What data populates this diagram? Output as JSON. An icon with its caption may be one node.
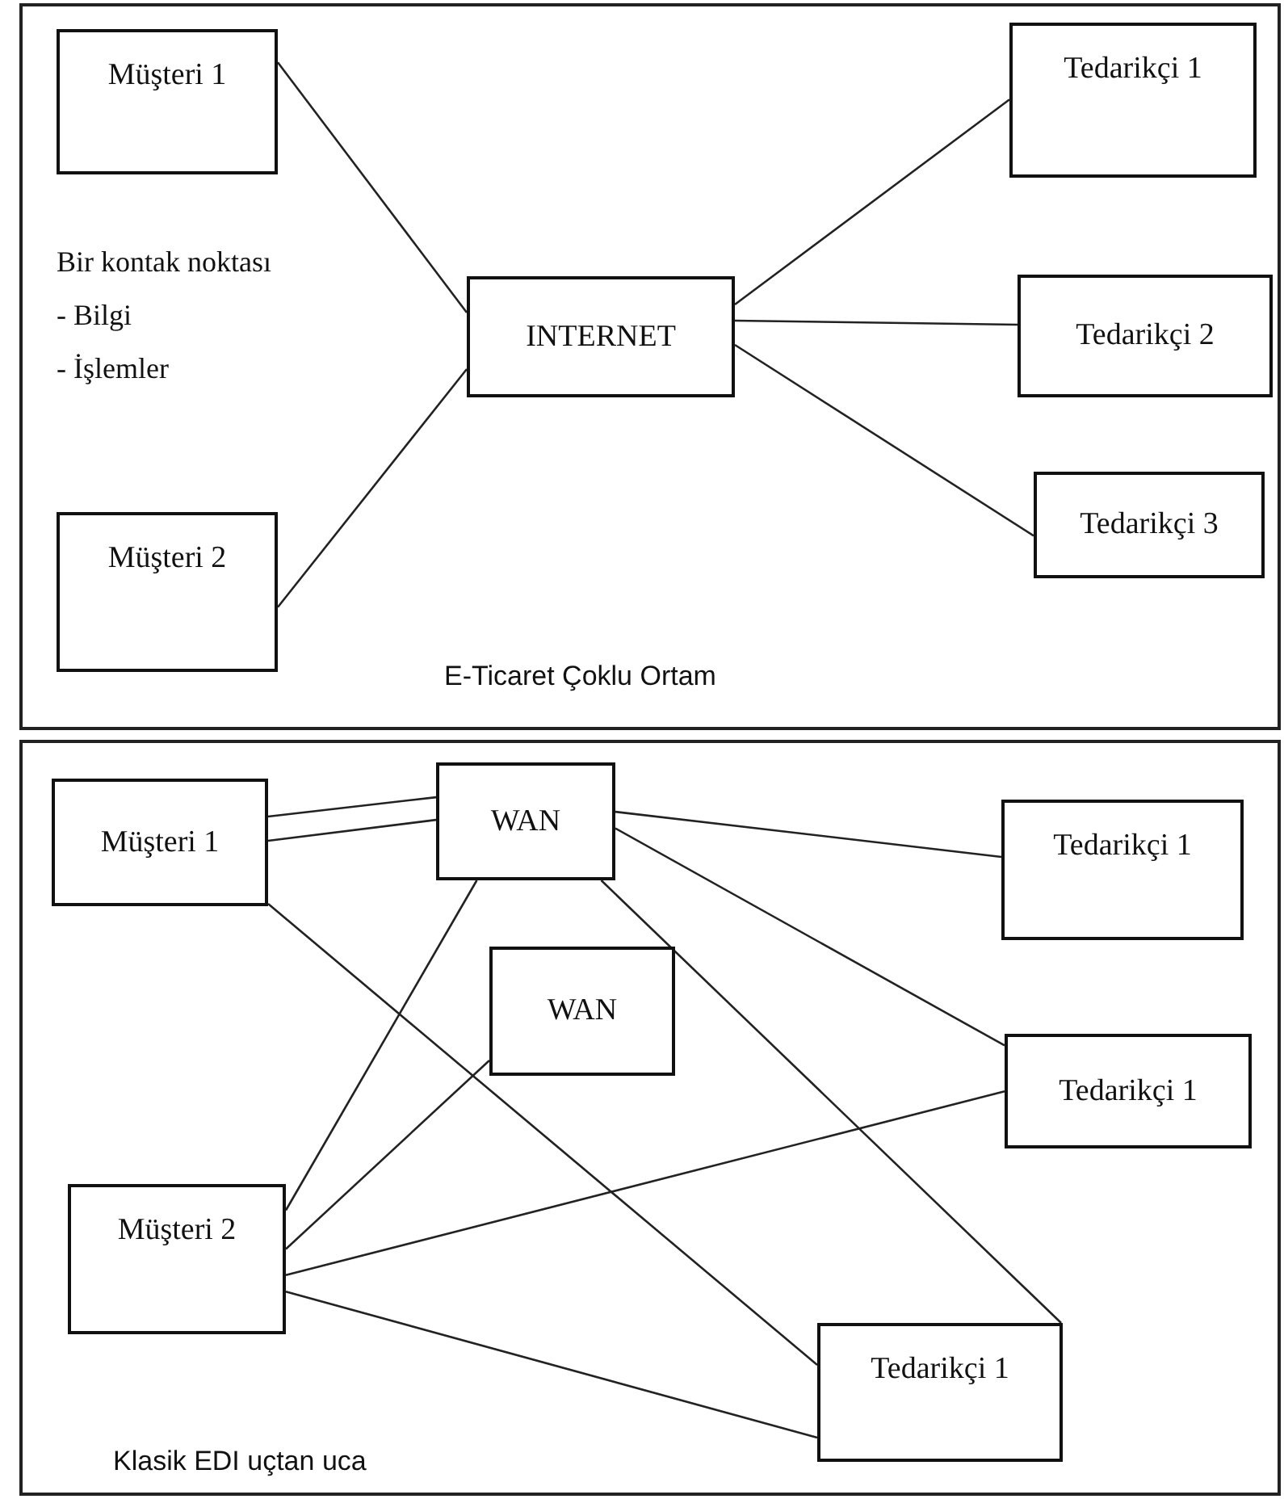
{
  "diagram": {
    "nodes": [
      {
        "text": [
          "E-Ticaret Çoklu Ortam"
        ]
      },
      {
        "text": [
          "Müşteri 1"
        ],
        "in": 0
      },
      {
        "text": [
          "Tedarikçi 1"
        ],
        "in": 0
      },
      {
        "text": [
          "INTERNET"
        ],
        "in": 0
      },
      {
        "text": [
          "Tedarikçi 2"
        ],
        "in": 0
      },
      {
        "text": [
          "Tedarikçi 3"
        ],
        "in": 0
      },
      {
        "text": [
          "Müşteri 2"
        ],
        "in": 0
      },
      {
        "text": [
          "Klasik EDI uçtan uca"
        ]
      },
      {
        "text": [
          "Müşteri 1"
        ],
        "in": 7
      },
      {
        "text": [
          "WAN"
        ],
        "in": 7
      },
      {
        "text": [
          "Tedarikçi 1"
        ],
        "in": 7
      },
      {
        "text": [
          "WAN"
        ],
        "in": 7
      },
      {
        "text": [
          "Tedarikçi 1"
        ],
        "in": 7
      },
      {
        "text": [
          "Müşteri 2"
        ],
        "in": 7
      },
      {
        "text": [
          "Tedarikçi 1"
        ],
        "in": 7
      }
    ],
    "edges": [
      {
        "from": 1,
        "to": 3,
        "arrow": "none"
      },
      {
        "from": 6,
        "to": 3,
        "arrow": "none"
      },
      {
        "from": 3,
        "to": 2,
        "arrow": "none"
      },
      {
        "from": 3,
        "to": 4,
        "arrow": "none"
      },
      {
        "from": 3,
        "to": 5,
        "arrow": "none"
      },
      {
        "from": 8,
        "to": 9,
        "arrow": "none"
      },
      {
        "from": 8,
        "to": 9,
        "arrow": "none"
      },
      {
        "from": 8,
        "to": 14,
        "arrow": "none"
      },
      {
        "from": 9,
        "to": 10,
        "arrow": "none"
      },
      {
        "from": 9,
        "to": 12,
        "arrow": "none"
      },
      {
        "from": 9,
        "to": 14,
        "arrow": "none"
      },
      {
        "from": 9,
        "to": 13,
        "arrow": "none"
      },
      {
        "from": 11,
        "to": 13,
        "arrow": "none"
      },
      {
        "from": 13,
        "to": 12,
        "arrow": "none"
      },
      {
        "from": 13,
        "to": 14,
        "arrow": "none"
      }
    ],
    "labels": [
      "Bir kontak noktası",
      "- Bilgi",
      "- İşlemler"
    ]
  }
}
